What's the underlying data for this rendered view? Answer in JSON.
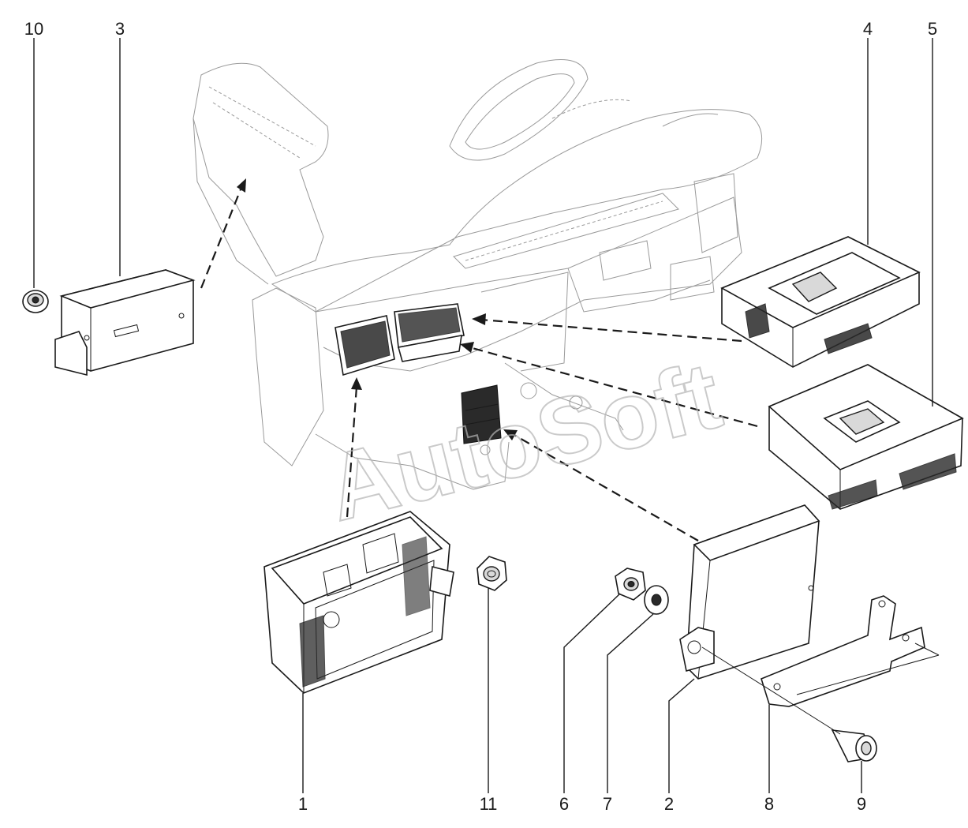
{
  "watermark": "AutoSoft",
  "callouts": [
    "10",
    "3",
    "4",
    "5",
    "1",
    "11",
    "6",
    "7",
    "2",
    "8",
    "9"
  ]
}
